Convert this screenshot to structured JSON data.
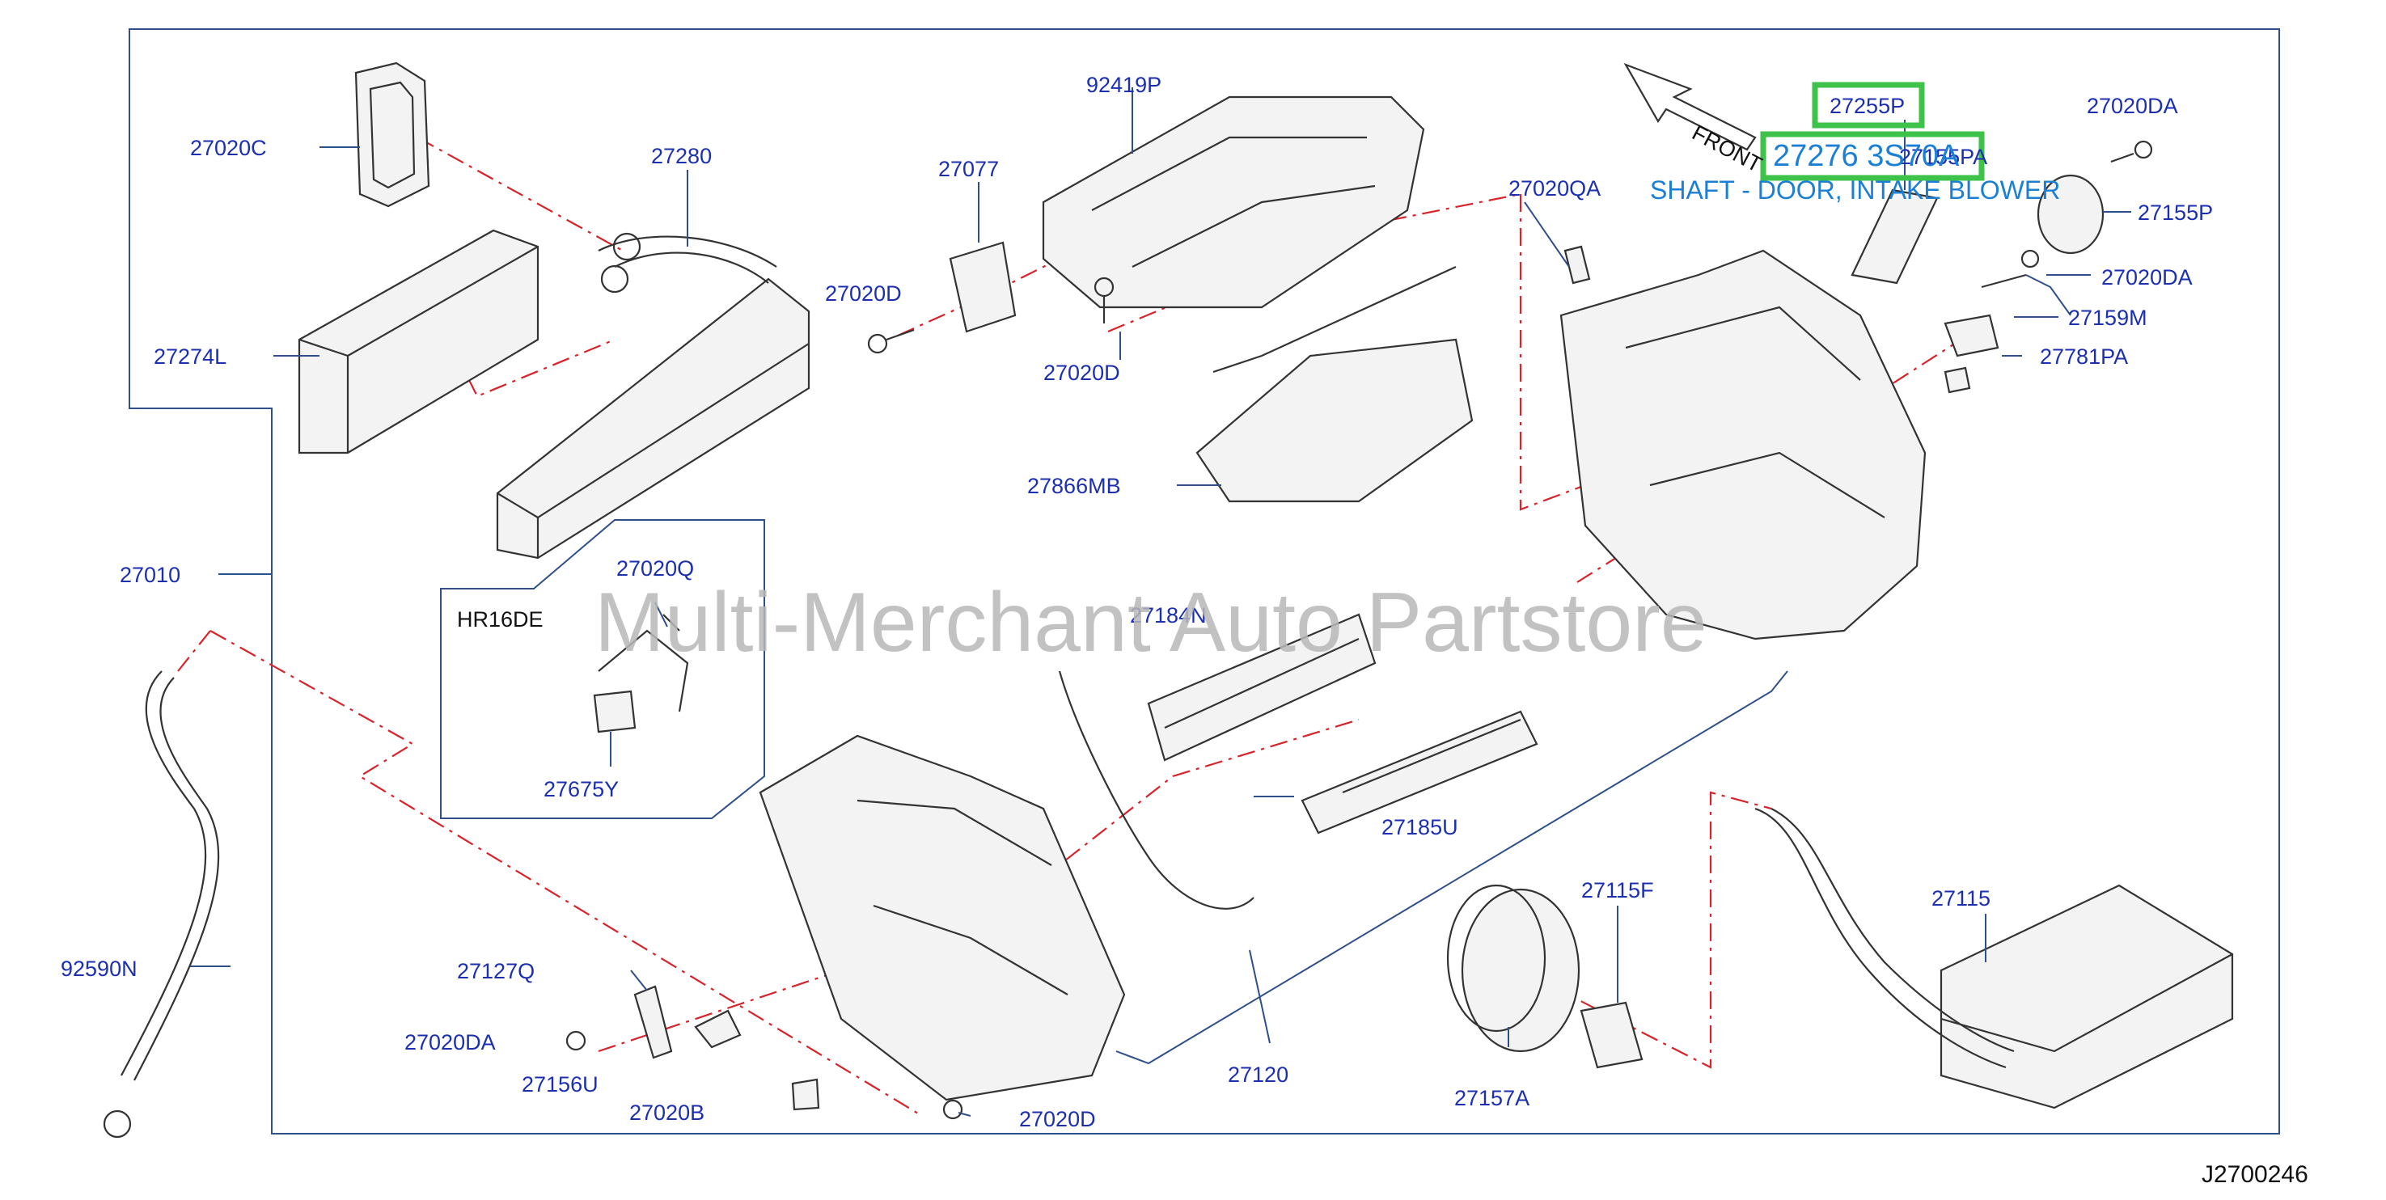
{
  "watermark": "Multi-Merchant Auto Partstore",
  "diagram_code": "J2700246",
  "front_label": "FRONT",
  "variant_label": "HR16DE",
  "highlight": {
    "part_number": "27276 3S70A",
    "description": "SHAFT - DOOR, INTAKE BLOWER"
  },
  "labels": {
    "p27020C": "27020C",
    "p27280": "27280",
    "p92419P": "92419P",
    "p27077": "27077",
    "p27020D_a": "27020D",
    "p27020D_b": "27020D",
    "p27020D_c": "27020D",
    "p27274L": "27274L",
    "p27866MB": "27866MB",
    "p27010": "27010",
    "p27020Q": "27020Q",
    "p27675Y": "27675Y",
    "p27184N": "27184N",
    "p27185U": "27185U",
    "p92590N": "92590N",
    "p27127Q": "27127Q",
    "p27020DA_a": "27020DA",
    "p27156U": "27156U",
    "p27020B": "27020B",
    "p27120": "27120",
    "p27157A": "27157A",
    "p27115F": "27115F",
    "p27115": "27115",
    "p27020QA": "27020QA",
    "p27255P": "27255P",
    "p27155PA": "27155PA",
    "p27020DA_b": "27020DA",
    "p27020DA_c": "27020DA",
    "p27155P": "27155P",
    "p27159M": "27159M",
    "p27781PA": "27781PA"
  }
}
